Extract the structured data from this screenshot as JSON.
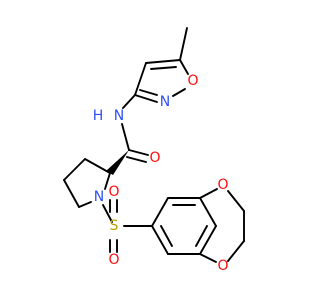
{
  "molecule": {
    "atoms": [
      {
        "id": "a_NH",
        "label": "H",
        "element": "N"
      },
      {
        "id": "a_Namide",
        "label": "N",
        "element": "N"
      },
      {
        "id": "a_Niso",
        "label": "N",
        "element": "N"
      },
      {
        "id": "a_Oiso",
        "label": "O",
        "element": "O"
      },
      {
        "id": "a_Ocarbonyl",
        "label": "O",
        "element": "O"
      },
      {
        "id": "a_Npyr",
        "label": "N",
        "element": "N"
      },
      {
        "id": "a_S",
        "label": "S",
        "element": "S"
      },
      {
        "id": "a_OS1",
        "label": "O",
        "element": "O"
      },
      {
        "id": "a_OS2",
        "label": "O",
        "element": "O"
      },
      {
        "id": "a_Odiox1",
        "label": "O",
        "element": "O"
      },
      {
        "id": "a_Odiox2",
        "label": "O",
        "element": "O"
      }
    ]
  },
  "colors": {
    "bond": "#000000",
    "N": "#3050F8",
    "O": "#FF0D0D",
    "S": "#B8A000"
  }
}
